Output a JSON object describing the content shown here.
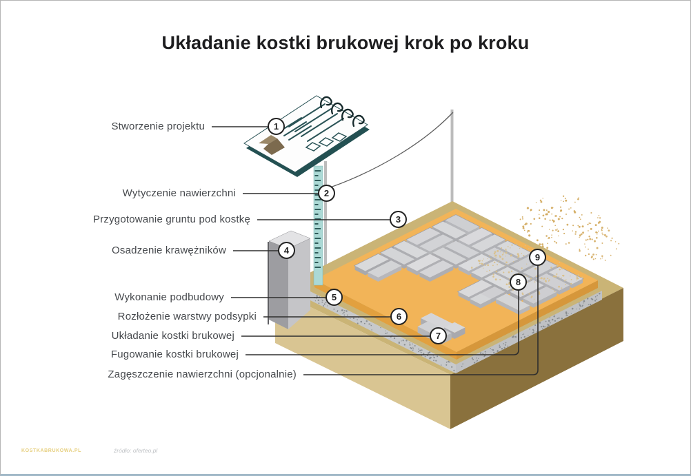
{
  "title": "Układanie kostki brukowej krok po kroku",
  "steps": [
    {
      "num": "1",
      "label": "Stworzenie projektu"
    },
    {
      "num": "2",
      "label": "Wytyczenie nawierzchni"
    },
    {
      "num": "3",
      "label": "Przygotowanie gruntu pod kostkę"
    },
    {
      "num": "4",
      "label": "Osadzenie krawężników"
    },
    {
      "num": "5",
      "label": "Wykonanie podbudowy"
    },
    {
      "num": "6",
      "label": "Rozłożenie warstwy podsypki"
    },
    {
      "num": "7",
      "label": "Układanie kostki brukowej"
    },
    {
      "num": "8",
      "label": "Fugowanie kostki brukowej"
    },
    {
      "num": "9",
      "label": "Zagęszczenie nawierzchni (opcjonalnie)"
    }
  ],
  "footer": {
    "watermark": "KOSTKABRUKOWA.PL",
    "source": "źródło: oferteo.pl"
  },
  "colors": {
    "sand_top": "#f2b458",
    "sand_left": "#e2a03f",
    "sand_right": "#d6973b",
    "gravel": "#c7c9cb",
    "gravel_speckle": "#83878b",
    "soil_top": "#cab476",
    "soil_left": "#d9c592",
    "soil_right": "#8a713d",
    "brick_top": "#d8d8db",
    "brick_side": "#b0b0b5",
    "brick_gap": "#a0a0a6",
    "teal_ink": "#2a5356",
    "ruler_teal": "#abd9d5",
    "pole_gray": "#bcbcbc",
    "curb_left": "#9d9da1",
    "curb_right": "#c5c5c8",
    "curb_top": "#e3e3e5",
    "leader_line": "#2e2e2e",
    "spray": "#d2a85c",
    "bottom_border": "#a2b9c8"
  }
}
